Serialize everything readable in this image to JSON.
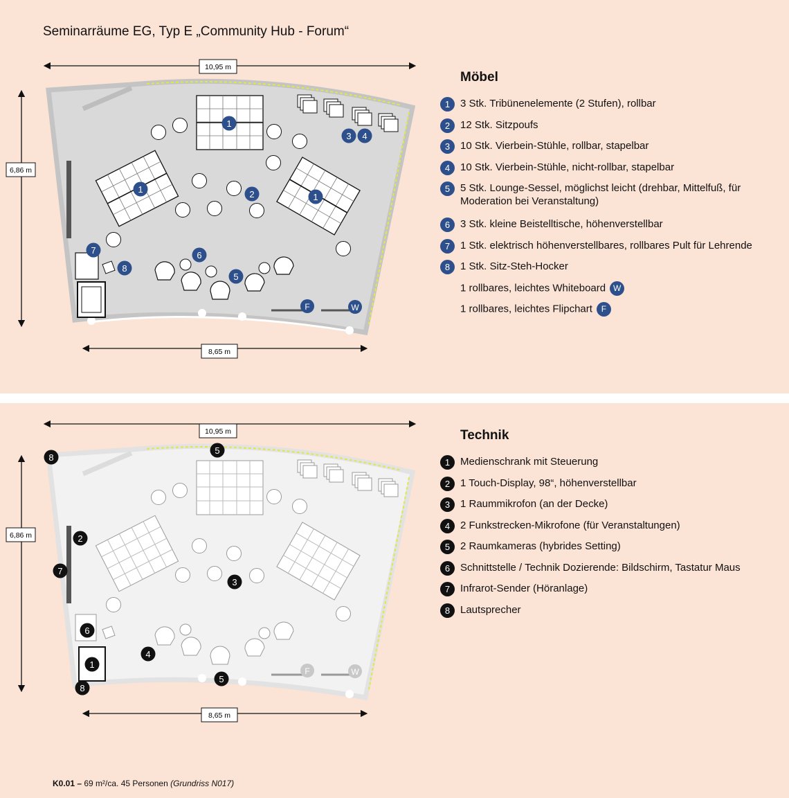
{
  "title": "Seminarräume EG, Typ E „Community Hub - Forum“",
  "dimensions": {
    "width_top": "10,95 m",
    "height_left": "6,86 m",
    "width_bottom": "8,65 m"
  },
  "moebel": {
    "heading": "Möbel",
    "items": [
      {
        "num": "1",
        "label": "3 Stk. Tribünenelemente (2 Stufen), rollbar"
      },
      {
        "num": "2",
        "label": "12 Stk. Sitzpoufs"
      },
      {
        "num": "3",
        "label": "10 Stk. Vierbein-Stühle, rollbar, stapelbar"
      },
      {
        "num": "4",
        "label": "10 Stk. Vierbein-Stühle, nicht-rollbar, stapelbar"
      },
      {
        "num": "5",
        "label": "5 Stk. Lounge-Sessel, möglichst leicht (drehbar, Mittelfuß, für Moderation bei Veranstaltung)"
      },
      {
        "num": "6",
        "label": "3 Stk. kleine Beistelltische, höhenverstellbar"
      },
      {
        "num": "7",
        "label": "1 Stk. elektrisch höhenverstellbares, rollbares Pult für Lehrende"
      },
      {
        "num": "8",
        "label": "1 Stk. Sitz-Steh-Hocker"
      }
    ],
    "extra": [
      {
        "label": "1 rollbares, leichtes Whiteboard",
        "badge": "W"
      },
      {
        "label": "1 rollbares, leichtes Flipchart",
        "badge": "F"
      }
    ]
  },
  "technik": {
    "heading": "Technik",
    "items": [
      {
        "num": "1",
        "label": "Medienschrank mit Steuerung"
      },
      {
        "num": "2",
        "label": "1 Touch-Display, 98“, höhenverstellbar"
      },
      {
        "num": "3",
        "label": "1 Raummikrofon (an der Decke)"
      },
      {
        "num": "4",
        "label": "2 Funkstrecken-Mikrofone (für Veranstaltungen)"
      },
      {
        "num": "5",
        "label": "2 Raumkameras (hybrides Setting)"
      },
      {
        "num": "6",
        "label": "Schnittstelle / Technik Dozierende: Bildschirm, Tastatur Maus"
      },
      {
        "num": "7",
        "label": "Infrarot-Sender (Höranlage)"
      },
      {
        "num": "8",
        "label": "Lautsprecher"
      }
    ]
  },
  "plan_markers": {
    "whiteboard": "W",
    "flipchart": "F"
  },
  "footer": {
    "code": "K0.01 –",
    "text": " 69 m²/ca. 45 Personen ",
    "note": "(Grundriss  N017)"
  },
  "colors": {
    "accent_blue": "#2d4f8b",
    "background": "#fbe3d6",
    "floor": "#d9d9d9",
    "floor_light": "#f2f2f2"
  }
}
